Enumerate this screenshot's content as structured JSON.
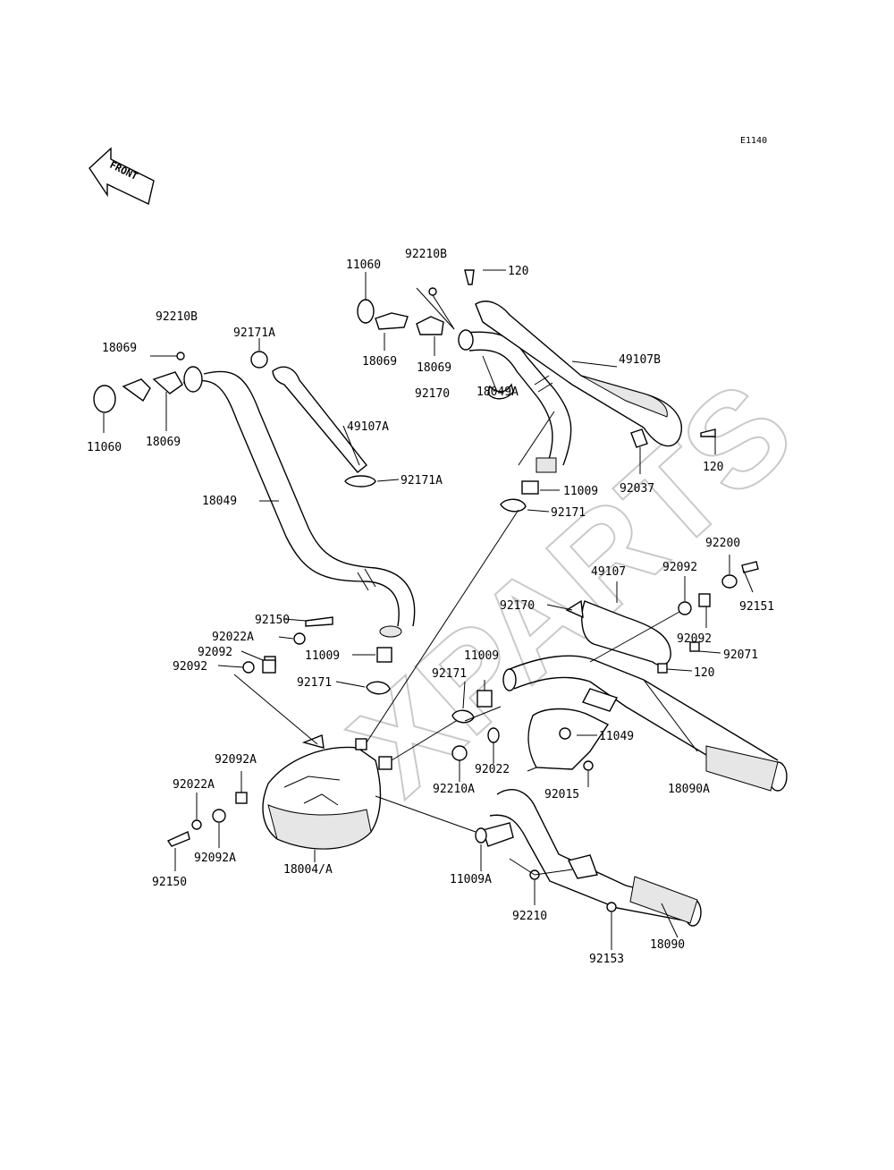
{
  "diagram_code": "E1140",
  "front_indicator": "FRONT",
  "watermark": "XPARTS",
  "labels": [
    {
      "id": "l1",
      "text": "92210B"
    },
    {
      "id": "l2",
      "text": "120"
    },
    {
      "id": "l3",
      "text": "11060"
    },
    {
      "id": "l4",
      "text": "18069"
    },
    {
      "id": "l5",
      "text": "18069"
    },
    {
      "id": "l6",
      "text": "92170"
    },
    {
      "id": "l7",
      "text": "18049A"
    },
    {
      "id": "l8",
      "text": "49107B"
    },
    {
      "id": "l9",
      "text": "120"
    },
    {
      "id": "l10",
      "text": "92037"
    },
    {
      "id": "l11",
      "text": "11009"
    },
    {
      "id": "l12",
      "text": "92171"
    },
    {
      "id": "l13",
      "text": "92210B"
    },
    {
      "id": "l14",
      "text": "92171A"
    },
    {
      "id": "l15",
      "text": "18069"
    },
    {
      "id": "l16",
      "text": "11060"
    },
    {
      "id": "l17",
      "text": "18069"
    },
    {
      "id": "l18",
      "text": "49107A"
    },
    {
      "id": "l19",
      "text": "92171A"
    },
    {
      "id": "l20",
      "text": "18049"
    },
    {
      "id": "l21",
      "text": "92200"
    },
    {
      "id": "l22",
      "text": "92092"
    },
    {
      "id": "l23",
      "text": "49107"
    },
    {
      "id": "l24",
      "text": "92151"
    },
    {
      "id": "l25",
      "text": "92170"
    },
    {
      "id": "l26",
      "text": "92092"
    },
    {
      "id": "l27",
      "text": "92071"
    },
    {
      "id": "l28",
      "text": "120"
    },
    {
      "id": "l29",
      "text": "92150"
    },
    {
      "id": "l30",
      "text": "92022A"
    },
    {
      "id": "l31",
      "text": "92092"
    },
    {
      "id": "l32",
      "text": "11009"
    },
    {
      "id": "l33",
      "text": "92092"
    },
    {
      "id": "l34",
      "text": "11009"
    },
    {
      "id": "l35",
      "text": "92171"
    },
    {
      "id": "l36",
      "text": "92171"
    },
    {
      "id": "l37",
      "text": "11049"
    },
    {
      "id": "l38",
      "text": "92022"
    },
    {
      "id": "l39",
      "text": "92210A"
    },
    {
      "id": "l40",
      "text": "92015"
    },
    {
      "id": "l41",
      "text": "18090A"
    },
    {
      "id": "l42",
      "text": "92092A"
    },
    {
      "id": "l43",
      "text": "92022A"
    },
    {
      "id": "l44",
      "text": "92092A"
    },
    {
      "id": "l45",
      "text": "92150"
    },
    {
      "id": "l46",
      "text": "18004/A"
    },
    {
      "id": "l47",
      "text": "11009A"
    },
    {
      "id": "l48",
      "text": "92210"
    },
    {
      "id": "l49",
      "text": "18090"
    },
    {
      "id": "l50",
      "text": "92153"
    }
  ]
}
